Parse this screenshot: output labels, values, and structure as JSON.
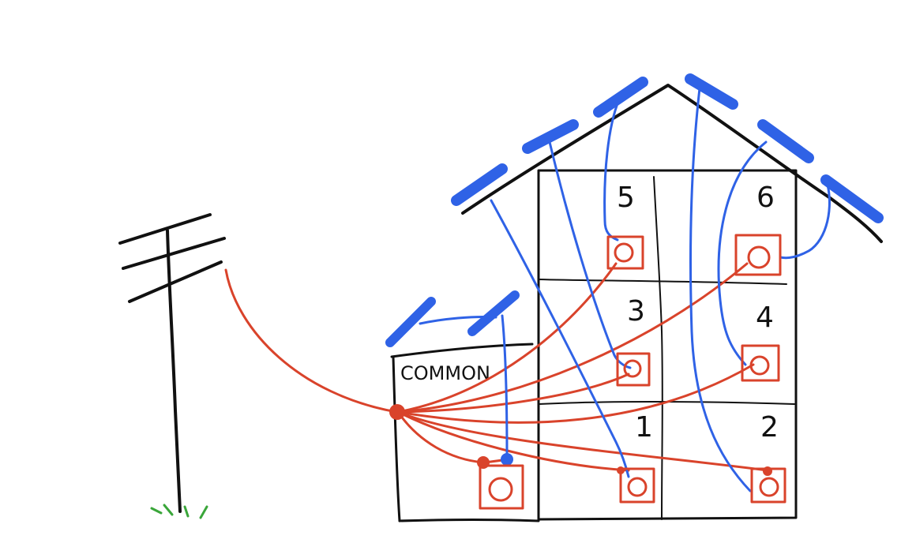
{
  "labels": {
    "common": "COMMON",
    "unit_5": "5",
    "unit_6": "6",
    "unit_3": "3",
    "unit_4": "4",
    "unit_1": "1",
    "unit_2": "2"
  },
  "colors": {
    "ink": "#111111",
    "grid_wiring": "#d9432b",
    "solar": "#2f62e6",
    "grass": "#3aa63a",
    "background": "#ffffff"
  }
}
